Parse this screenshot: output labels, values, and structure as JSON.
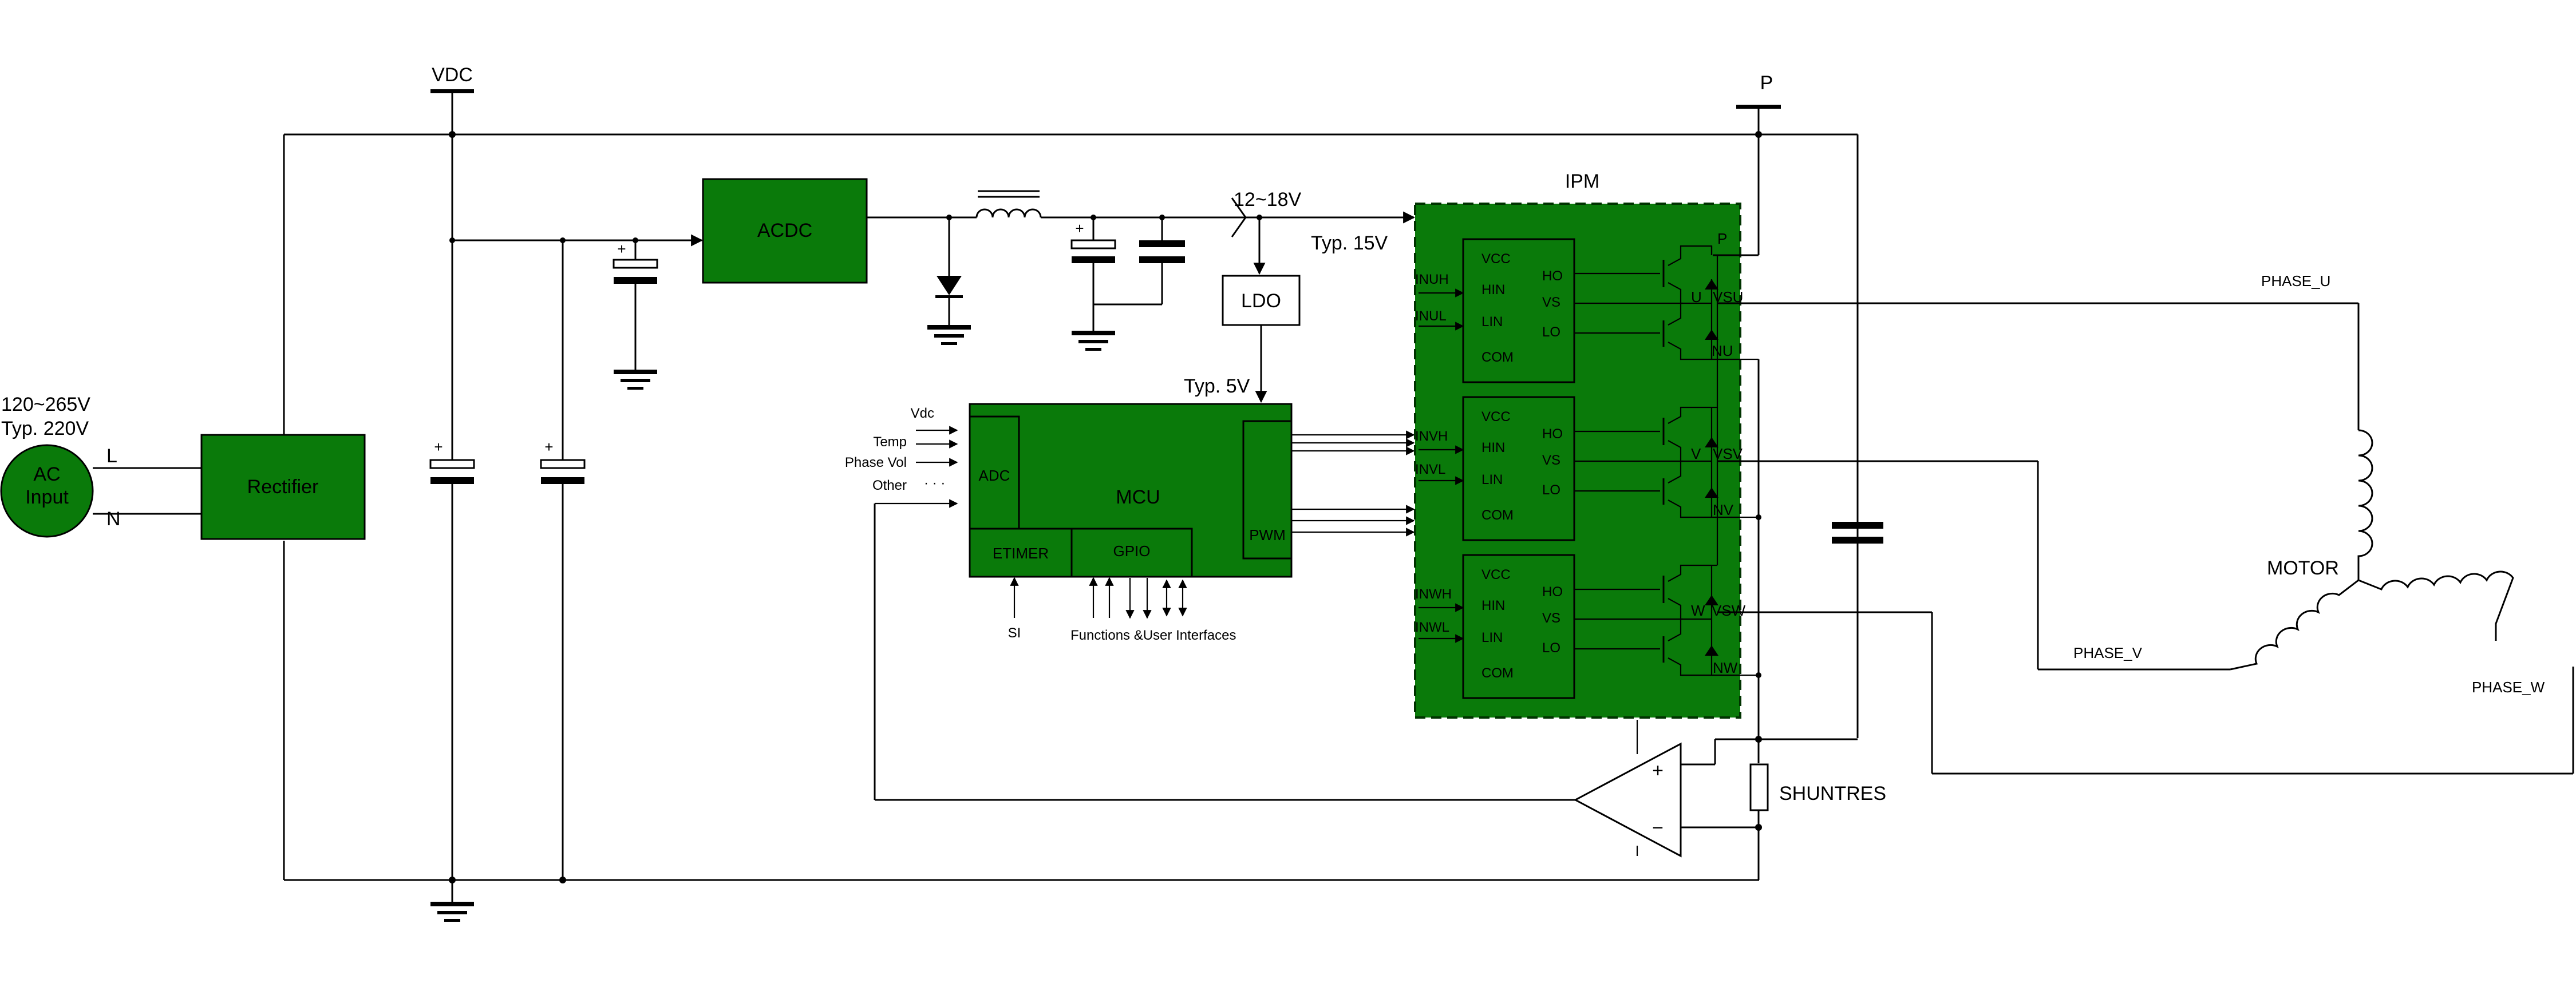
{
  "rails": {
    "vdc": "VDC",
    "p": "P"
  },
  "ac_input": {
    "voltage": "120~265V",
    "typ": "Typ. 220V",
    "label_line1": "AC",
    "label_line2": "Input",
    "l": "L",
    "n": "N"
  },
  "blocks": {
    "rectifier": "Rectifier",
    "acdc": "ACDC",
    "ldo": "LDO",
    "mcu": "MCU",
    "adc": "ADC",
    "pwm": "PWM",
    "etimer": "ETIMER",
    "gpio": "GPIO",
    "ipm": "IPM",
    "motor": "MOTOR",
    "shunt": "SHUNTRES"
  },
  "voltages": {
    "v12_18": "12~18V",
    "typ15": "Typ. 15V",
    "typ5": "Typ. 5V"
  },
  "mcu_inputs": {
    "vdc": "Vdc",
    "temp": "Temp",
    "phase_vol": "Phase Vol",
    "other": "Other",
    "dots": "· · ·",
    "si": "SI",
    "functions": "Functions &User Interfaces"
  },
  "ipm_inputs": [
    "INUH",
    "INUL",
    "INVH",
    "INVL",
    "INWH",
    "INWL"
  ],
  "driver_pins": {
    "vcc": "VCC",
    "hin": "HIN",
    "lin": "LIN",
    "com": "COM",
    "ho": "HO",
    "vs": "VS",
    "lo": "LO"
  },
  "ipm_pins": {
    "p": "P",
    "u": "U",
    "vsu": "VSU",
    "nu": "NU",
    "v": "V",
    "vsv": "VSV",
    "nv": "NV",
    "w": "W",
    "vsw": "VSW",
    "nw": "NW"
  },
  "phases": {
    "u": "PHASE_U",
    "v": "PHASE_V",
    "w": "PHASE_W"
  },
  "opamp": {
    "plus": "+",
    "minus": "−"
  },
  "polarity": {
    "plus": "+"
  }
}
